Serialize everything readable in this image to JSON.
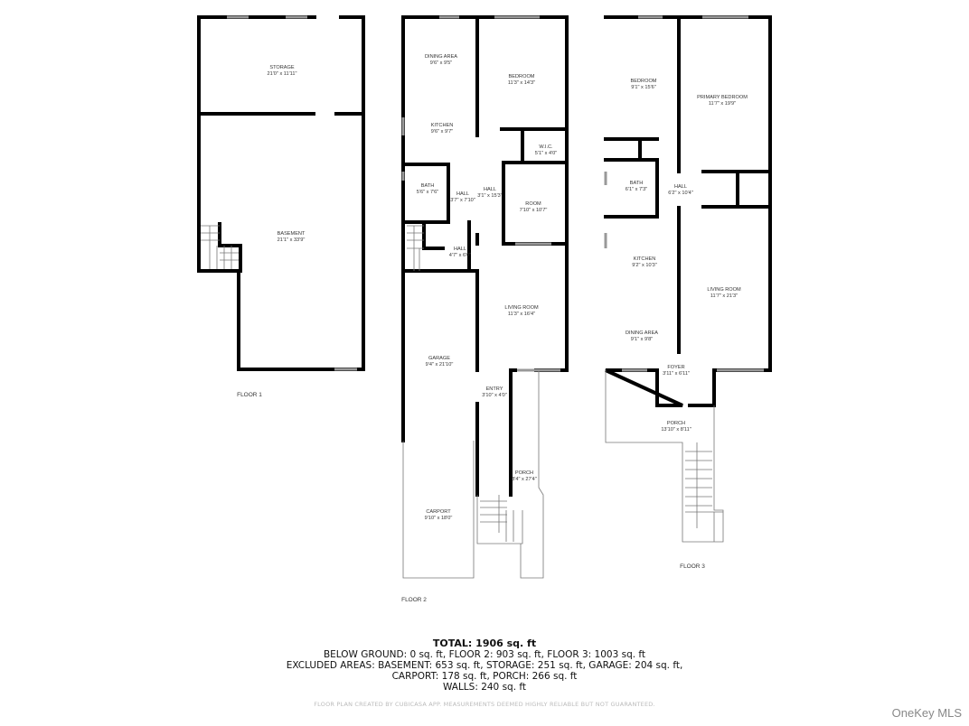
{
  "floors": [
    {
      "label": "FLOOR 1",
      "rooms": [
        {
          "name": "STORAGE",
          "dims": "21'0\" x 11'11\""
        },
        {
          "name": "BASEMENT",
          "dims": "21'1\" x 33'9\""
        }
      ]
    },
    {
      "label": "FLOOR 2",
      "rooms": [
        {
          "name": "DINING AREA",
          "dims": "9'6\" x 9'5\""
        },
        {
          "name": "BEDROOM",
          "dims": "11'3\" x 14'3\""
        },
        {
          "name": "KITCHEN",
          "dims": "9'6\" x 9'7\""
        },
        {
          "name": "W.I.C.",
          "dims": "5'1\" x 4'0\""
        },
        {
          "name": "BATH",
          "dims": "5'6\" x 7'6\""
        },
        {
          "name": "HALL",
          "dims": "3'7\" x 7'10\""
        },
        {
          "name": "HALL",
          "dims": "3'1\" x 15'3\""
        },
        {
          "name": "ROOM",
          "dims": "7'10\" x 10'7\""
        },
        {
          "name": "HALL",
          "dims": "4'7\" x 6'0\""
        },
        {
          "name": "LIVING ROOM",
          "dims": "11'3\" x 16'4\""
        },
        {
          "name": "GARAGE",
          "dims": "9'4\" x 21'10\""
        },
        {
          "name": "ENTRY",
          "dims": "3'10\" x 4'0\""
        },
        {
          "name": "PORCH",
          "dims": "8'4\" x 27'4\""
        },
        {
          "name": "CARPORT",
          "dims": "9'10\" x 18'0\""
        }
      ]
    },
    {
      "label": "FLOOR 3",
      "rooms": [
        {
          "name": "BEDROOM",
          "dims": "9'1\" x 15'6\""
        },
        {
          "name": "PRIMARY BEDROOM",
          "dims": "11'7\" x 19'9\""
        },
        {
          "name": "BATH",
          "dims": "6'1\" x 7'3\""
        },
        {
          "name": "HALL",
          "dims": "6'2\" x 10'4\""
        },
        {
          "name": "KITCHEN",
          "dims": "9'2\" x 10'3\""
        },
        {
          "name": "LIVING ROOM",
          "dims": "11'7\" x 21'3\""
        },
        {
          "name": "DINING AREA",
          "dims": "9'1\" x 9'8\""
        },
        {
          "name": "FOYER",
          "dims": "3'11\" x 6'11\""
        },
        {
          "name": "PORCH",
          "dims": "13'10\" x 8'11\""
        }
      ]
    }
  ],
  "summary": {
    "total": "TOTAL: 1906 sq. ft",
    "line1": "BELOW GROUND: 0 sq. ft, FLOOR 2: 903 sq. ft, FLOOR 3: 1003 sq. ft",
    "line2": "EXCLUDED AREAS: BASEMENT: 653 sq. ft, STORAGE: 251 sq. ft, GARAGE: 204 sq. ft,",
    "line3": "CARPORT: 178 sq. ft, PORCH: 266 sq. ft",
    "line4": "WALLS: 240 sq. ft"
  },
  "disclaimer": "FLOOR PLAN CREATED BY CUBICASA APP. MEASUREMENTS DEEMED HIGHLY RELIABLE BUT NOT GUARANTEED.",
  "watermark": "OneKey MLS"
}
